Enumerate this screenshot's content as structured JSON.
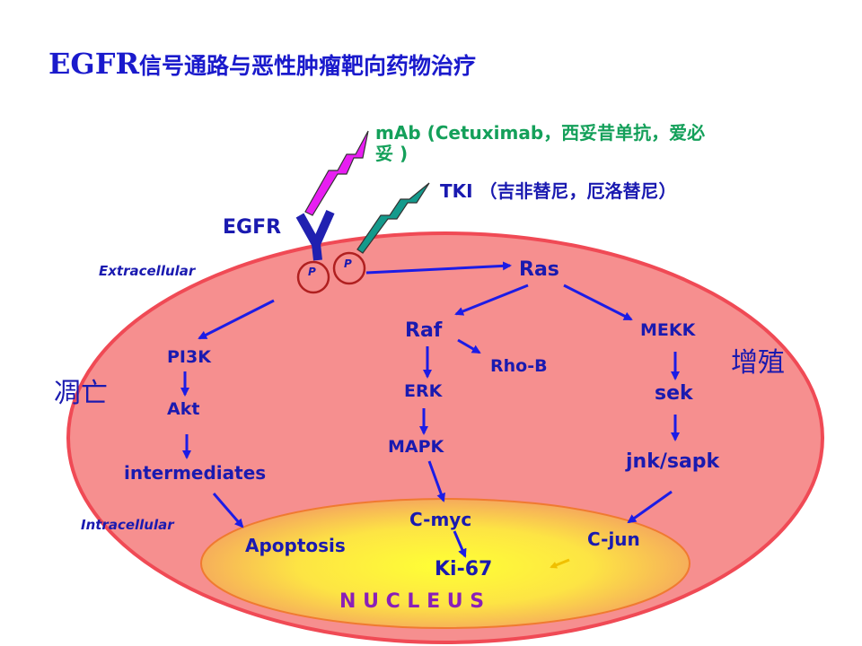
{
  "title": {
    "en": "EGFR",
    "cn": "信号通路与恶性肿瘤靶向药物治疗"
  },
  "drugs": {
    "mab_line1": "mAb (Cetuximab，西妥昔单抗，爱必",
    "mab_line2": "妥 )",
    "tki": "TKI （吉非替尼，厄洛替尼）"
  },
  "receptor": {
    "label": "EGFR",
    "p_left": "P",
    "p_right": "P"
  },
  "regions": {
    "extracellular": "Extracellular",
    "intracellular": "Intracellular"
  },
  "side_labels": {
    "left": "凋亡",
    "right": "增殖"
  },
  "nodes": {
    "ras": "Ras",
    "raf": "Raf",
    "rhob": "Rho-B",
    "erk": "ERK",
    "mapk": "MAPK",
    "mekk": "MEKK",
    "sek": "sek",
    "jnk": "jnk/sapk",
    "pi3k": "PI3K",
    "akt": "Akt",
    "intermediates": "intermediates"
  },
  "nucleus": {
    "apoptosis": "Apoptosis",
    "cmyc": "C-myc",
    "ki67": "Ki-67",
    "cjun": "C-jun",
    "label": "N U C L E U S"
  },
  "colors": {
    "cell_fill": "#f68f8f",
    "cell_border": "#f04a55",
    "nucleus_core": "#ffff30",
    "nucleus_edge": "#f3a35a",
    "arrow": "#1c1ce6",
    "mab": "#e81ef2",
    "tki": "#149a8c"
  }
}
